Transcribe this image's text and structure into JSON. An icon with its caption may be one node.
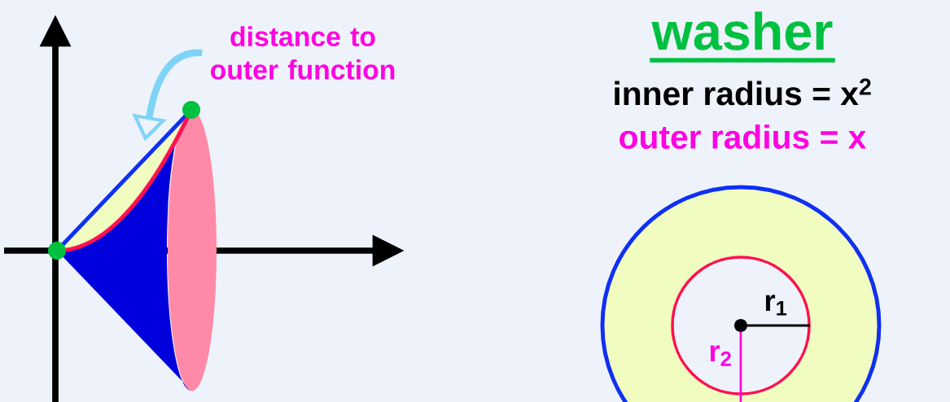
{
  "diagram": {
    "title": "washer",
    "nodes": [
      {
        "text": [
          "distance to outer function"
        ]
      },
      {
        "text": [],
        "shape": "region"
      }
    ],
    "edges": [
      {
        "from": 0,
        "to": 1,
        "arrow": "to",
        "color": "#7fd3f7"
      }
    ],
    "labels": [
      "inner radius = x$^{2}$",
      "outer radius = x",
      "r$_{1}$",
      "r$_{2}$"
    ]
  }
}
